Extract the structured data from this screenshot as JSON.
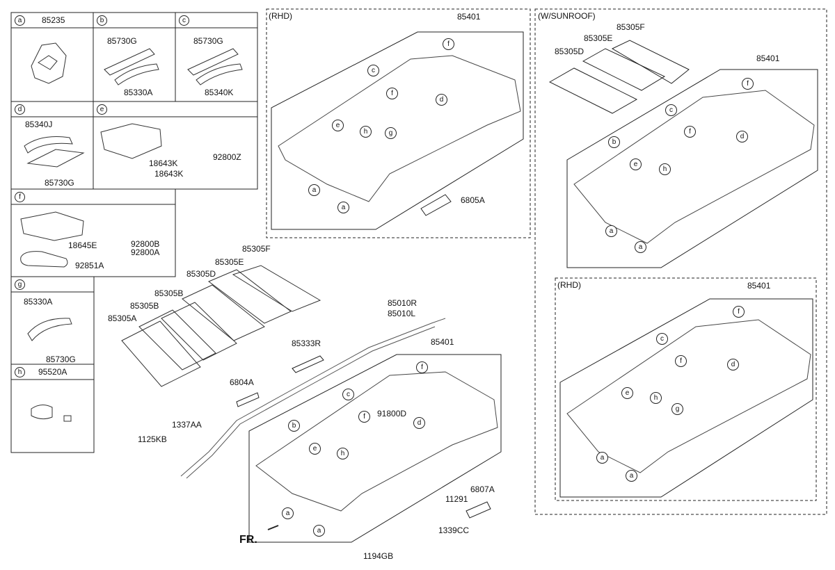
{
  "legend_cells": [
    {
      "letter": "a",
      "part": "85235"
    },
    {
      "letter": "b",
      "part": ""
    },
    {
      "letter": "c",
      "part": ""
    },
    {
      "letter": "d",
      "part": ""
    },
    {
      "letter": "e",
      "part": ""
    },
    {
      "letter": "f",
      "part": ""
    },
    {
      "letter": "g",
      "part": ""
    },
    {
      "letter": "h",
      "part": "95520A"
    }
  ],
  "legend_labels": {
    "b_top": "85730G",
    "b_bot": "85330A",
    "c_top": "85730G",
    "c_bot": "85340K",
    "d_top": "85340J",
    "d_bot": "85730G",
    "e_1": "92800Z",
    "e_2": "18643K",
    "e_3": "18643K",
    "f_1": "18645E",
    "f_2": "92800B",
    "f_3": "92800A",
    "f_4": "92851A",
    "g_top": "85330A",
    "g_bot": "85730G"
  },
  "groups": {
    "rhd_top": "(RHD)",
    "sunroof": "(W/SUNROOF)",
    "rhd_bottom": "(RHD)"
  },
  "main_labels": {
    "p85305F": "85305F",
    "p85305E": "85305E",
    "p85305D": "85305D",
    "p85305B1": "85305B",
    "p85305B2": "85305B",
    "p85305A": "85305A",
    "p85010R": "85010R",
    "p85010L": "85010L",
    "p85401": "85401",
    "p85333R": "85333R",
    "p6804A": "6804A",
    "p1337AA": "1337AA",
    "p1125KB": "1125KB",
    "p91800D": "91800D",
    "p11291": "11291",
    "p6807A": "6807A",
    "p1339CC": "1339CC",
    "p1194GB": "1194GB",
    "fr": "FR."
  },
  "rhd_top_labels": {
    "p85401": "85401",
    "p6805A": "6805A"
  },
  "sunroof_labels": {
    "p85305F": "85305F",
    "p85305E": "85305E",
    "p85305D": "85305D",
    "p85401": "85401"
  },
  "rhd_bottom_labels": {
    "p85401": "85401"
  },
  "callouts": {
    "a": "a",
    "b": "b",
    "c": "c",
    "d": "d",
    "e": "e",
    "f": "f",
    "g": "g",
    "h": "h"
  }
}
